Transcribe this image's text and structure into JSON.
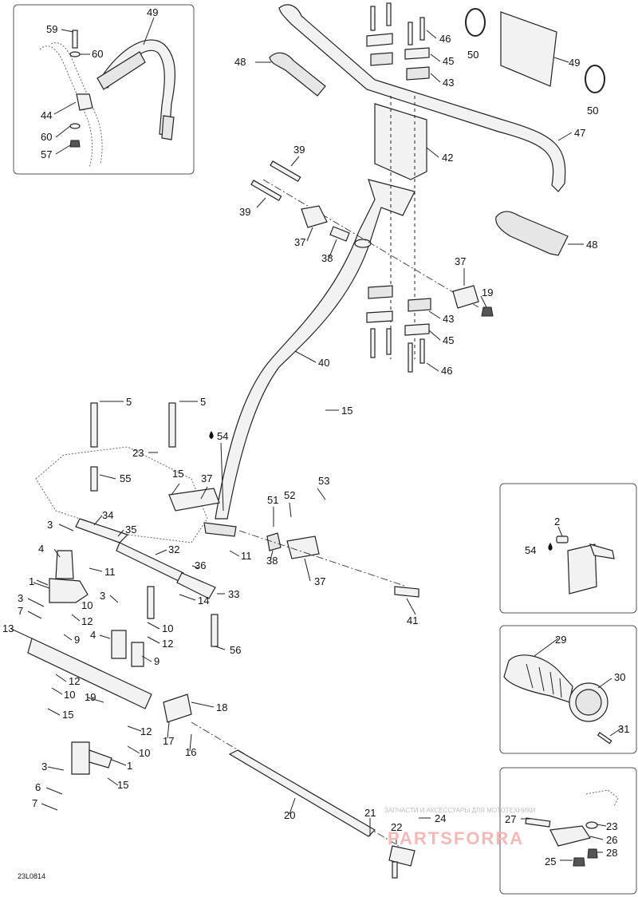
{
  "diagram": {
    "code": "23L0814",
    "watermark": {
      "tagline": "ЗАПЧАСТИ И АКСЕССУАРЫ ДЛЯ МОТОТЕХНИКИ",
      "brand": "PARTSFORRA"
    },
    "callouts": [
      {
        "id": "c49a",
        "text": "49"
      },
      {
        "id": "c59",
        "text": "59"
      },
      {
        "id": "c60a",
        "text": "60"
      },
      {
        "id": "c44",
        "text": "44"
      },
      {
        "id": "c60b",
        "text": "60"
      },
      {
        "id": "c57",
        "text": "57"
      },
      {
        "id": "c48a",
        "text": "48"
      },
      {
        "id": "c46a",
        "text": "46"
      },
      {
        "id": "c45a",
        "text": "45"
      },
      {
        "id": "c43a",
        "text": "43"
      },
      {
        "id": "c50a",
        "text": "50"
      },
      {
        "id": "c49b",
        "text": "49"
      },
      {
        "id": "c50b",
        "text": "50"
      },
      {
        "id": "c47",
        "text": "47"
      },
      {
        "id": "c42",
        "text": "42"
      },
      {
        "id": "c39a",
        "text": "39"
      },
      {
        "id": "c39b",
        "text": "39"
      },
      {
        "id": "c37a",
        "text": "37"
      },
      {
        "id": "c38a",
        "text": "38"
      },
      {
        "id": "c48b",
        "text": "48"
      },
      {
        "id": "c37b",
        "text": "37"
      },
      {
        "id": "c19a",
        "text": "19"
      },
      {
        "id": "c43b",
        "text": "43"
      },
      {
        "id": "c45b",
        "text": "45"
      },
      {
        "id": "c46b",
        "text": "46"
      },
      {
        "id": "c40",
        "text": "40"
      },
      {
        "id": "c5a",
        "text": "5"
      },
      {
        "id": "c5b",
        "text": "5"
      },
      {
        "id": "c15a",
        "text": "15"
      },
      {
        "id": "c54a",
        "text": "54"
      },
      {
        "id": "c23a",
        "text": "23"
      },
      {
        "id": "c55",
        "text": "55"
      },
      {
        "id": "c15b",
        "text": "15"
      },
      {
        "id": "c37c",
        "text": "37"
      },
      {
        "id": "c53",
        "text": "53"
      },
      {
        "id": "c52",
        "text": "52"
      },
      {
        "id": "c51",
        "text": "51"
      },
      {
        "id": "c3a",
        "text": "3"
      },
      {
        "id": "c34",
        "text": "34"
      },
      {
        "id": "c35",
        "text": "35"
      },
      {
        "id": "c32",
        "text": "32"
      },
      {
        "id": "c11a",
        "text": "11"
      },
      {
        "id": "c38b",
        "text": "38"
      },
      {
        "id": "c37d",
        "text": "37"
      },
      {
        "id": "c4a",
        "text": "4"
      },
      {
        "id": "c11b",
        "text": "11"
      },
      {
        "id": "c36",
        "text": "36"
      },
      {
        "id": "c33",
        "text": "33"
      },
      {
        "id": "c1a",
        "text": "1"
      },
      {
        "id": "c14",
        "text": "14"
      },
      {
        "id": "c3b",
        "text": "3"
      },
      {
        "id": "c3c",
        "text": "3"
      },
      {
        "id": "c10a",
        "text": "10"
      },
      {
        "id": "c7a",
        "text": "7"
      },
      {
        "id": "c12a",
        "text": "12"
      },
      {
        "id": "c10b",
        "text": "10"
      },
      {
        "id": "c41",
        "text": "41"
      },
      {
        "id": "c9a",
        "text": "9"
      },
      {
        "id": "c4b",
        "text": "4"
      },
      {
        "id": "c12b",
        "text": "12"
      },
      {
        "id": "c13",
        "text": "13"
      },
      {
        "id": "c56",
        "text": "56"
      },
      {
        "id": "c9b",
        "text": "9"
      },
      {
        "id": "c12c",
        "text": "12"
      },
      {
        "id": "c10c",
        "text": "10"
      },
      {
        "id": "c15c",
        "text": "15"
      },
      {
        "id": "c19b",
        "text": "19"
      },
      {
        "id": "c18",
        "text": "18"
      },
      {
        "id": "c12d",
        "text": "12"
      },
      {
        "id": "c17",
        "text": "17"
      },
      {
        "id": "c16",
        "text": "16"
      },
      {
        "id": "c10d",
        "text": "10"
      },
      {
        "id": "c1b",
        "text": "1"
      },
      {
        "id": "c3d",
        "text": "3"
      },
      {
        "id": "c15d",
        "text": "15"
      },
      {
        "id": "c6",
        "text": "6"
      },
      {
        "id": "c7b",
        "text": "7"
      },
      {
        "id": "c20",
        "text": "20"
      },
      {
        "id": "c21",
        "text": "21"
      },
      {
        "id": "c24",
        "text": "24"
      },
      {
        "id": "c22",
        "text": "22"
      },
      {
        "id": "c2",
        "text": "2"
      },
      {
        "id": "c54b",
        "text": "54"
      },
      {
        "id": "c29",
        "text": "29"
      },
      {
        "id": "c30",
        "text": "30"
      },
      {
        "id": "c31",
        "text": "31"
      },
      {
        "id": "c27",
        "text": "27"
      },
      {
        "id": "c23b",
        "text": "23"
      },
      {
        "id": "c26",
        "text": "26"
      },
      {
        "id": "c25",
        "text": "25"
      },
      {
        "id": "c28",
        "text": "28"
      }
    ]
  }
}
